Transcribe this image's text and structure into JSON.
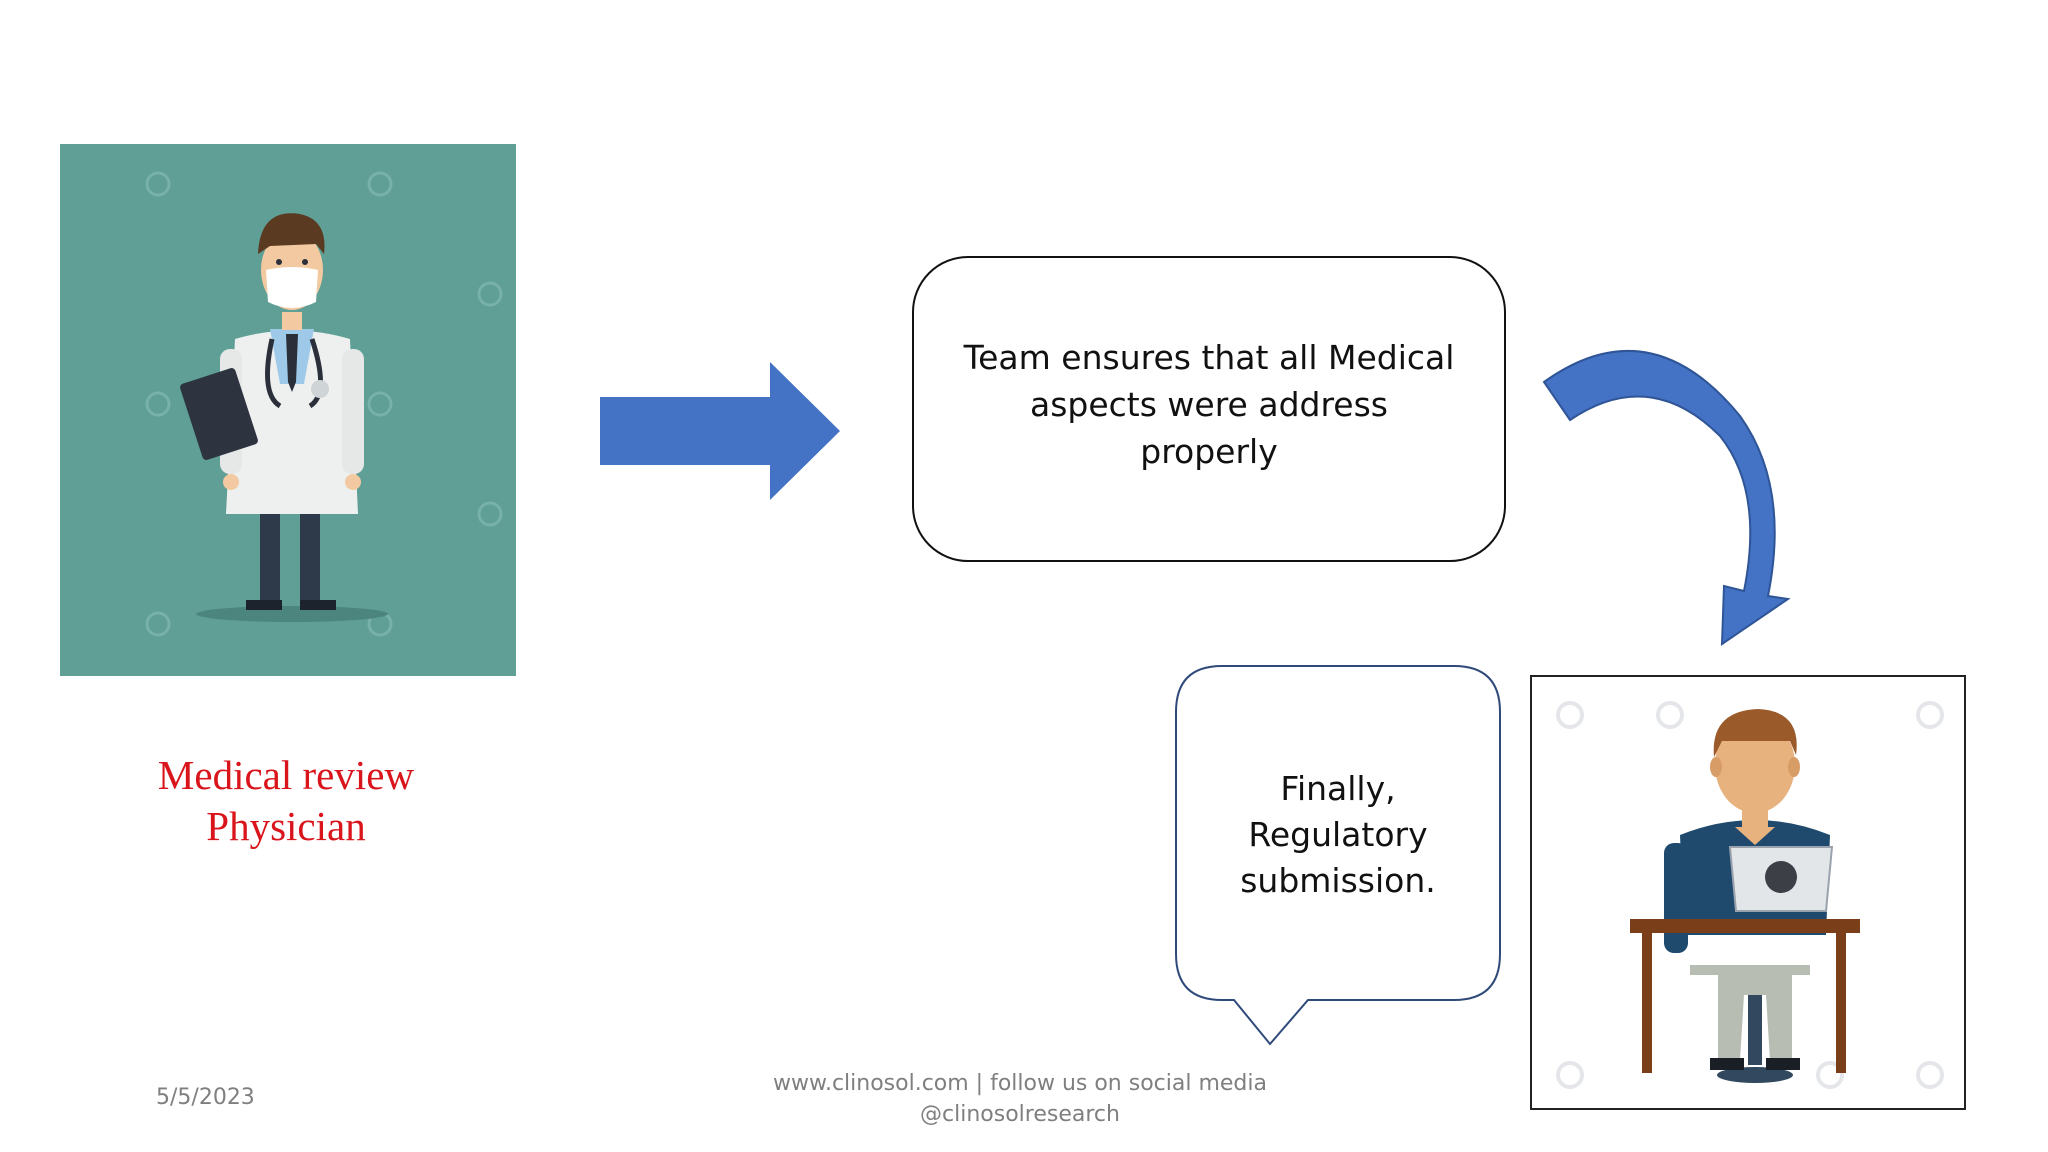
{
  "process_box": {
    "text": "Team ensures that all Medical aspects were address properly"
  },
  "callout": {
    "lines": [
      "Finally,",
      "Regulatory",
      "submission."
    ]
  },
  "caption": {
    "lines": [
      "Medical review",
      "Physician"
    ]
  },
  "footer": {
    "date": "5/5/2023",
    "line1": "www.clinosol.com | follow us on social media",
    "line2": "@clinosolresearch"
  },
  "colors": {
    "arrow": "#4472c4",
    "caption": "#d9141b",
    "doctor_bg": "#5e9e95"
  }
}
